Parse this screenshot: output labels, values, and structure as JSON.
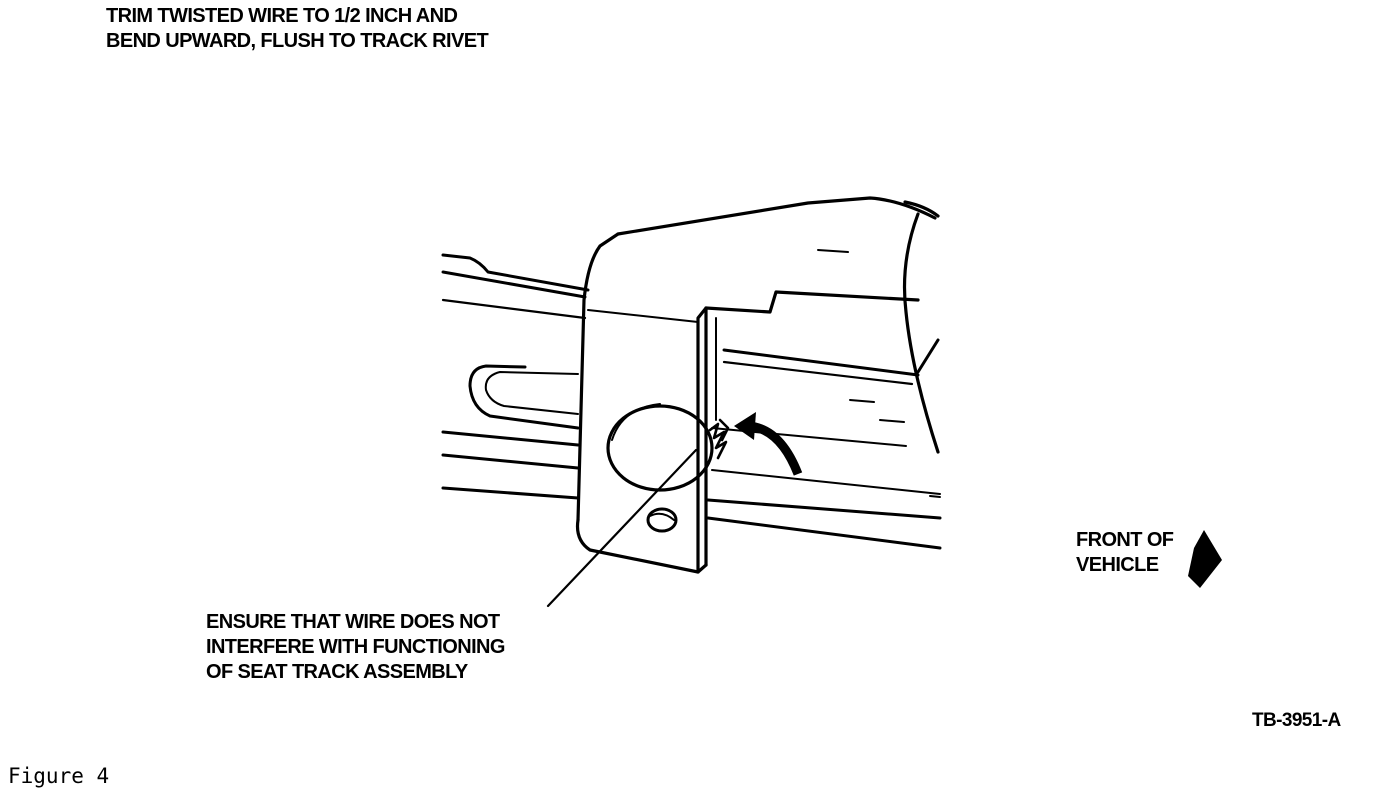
{
  "labels": {
    "top_note": [
      "TRIM TWISTED WIRE TO 1/2 INCH AND",
      "BEND UPWARD, FLUSH TO TRACK RIVET"
    ],
    "bottom_note": [
      "ENSURE THAT WIRE DOES NOT",
      "INTERFERE WITH FUNCTIONING",
      "OF SEAT TRACK ASSEMBLY"
    ],
    "front_label": [
      "FRONT OF",
      "VEHICLE"
    ],
    "ref_code": "TB-3951-A",
    "caption": "Figure 4"
  },
  "colors": {
    "ink": "#000000",
    "paper": "#ffffff"
  }
}
